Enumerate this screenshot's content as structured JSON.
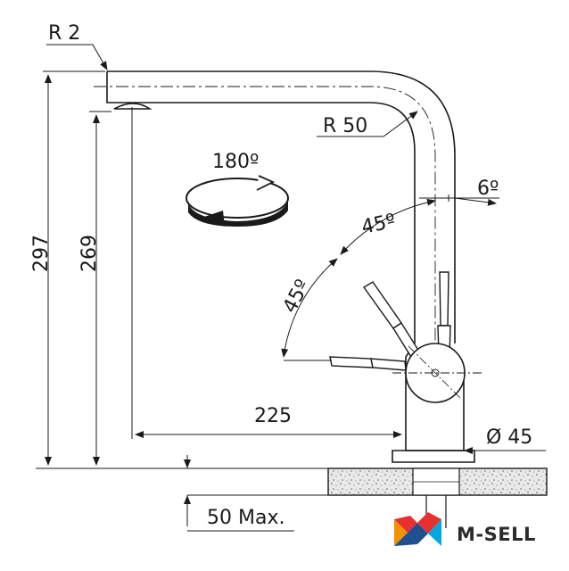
{
  "drawing": {
    "labels": {
      "corner_radius": "R 2",
      "bend_radius": "R 50",
      "rotation": "180º",
      "spout_tilt": "6º",
      "lever_angle_upper": "45º",
      "lever_angle_lower": "45º",
      "total_height": "297",
      "spout_height": "269",
      "spout_reach": "225",
      "body_diameter": "Ø 45",
      "max_counter_thickness": "50 Max."
    }
  },
  "brand": {
    "name": "M-SELL",
    "colors": {
      "orange": "#f39200",
      "red": "#e8312f",
      "blue": "#1d4f91",
      "cyan": "#00a7e1"
    }
  }
}
